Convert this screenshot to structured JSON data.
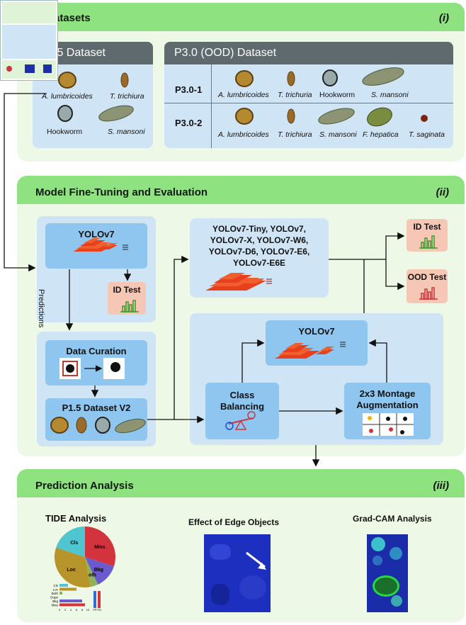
{
  "sections": {
    "datasets": {
      "title": "atasets",
      "tag": "(i)"
    },
    "finetune": {
      "title": "Model Fine-Tuning and Evaluation",
      "tag": "(ii)"
    },
    "analysis": {
      "title": "Prediction Analysis",
      "tag": "(iii)"
    }
  },
  "p15": {
    "title": ".5 Dataset",
    "eggs": [
      "A. lumbricoides",
      "T. trichiura",
      "Hookworm",
      "S. mansoni"
    ]
  },
  "p30": {
    "title": "P3.0 (OOD) Dataset",
    "rows": [
      {
        "label": "P3.0-1",
        "eggs": [
          "A. lumbricoides",
          "T. trichuria",
          "Hookworm",
          "S. mansoni"
        ]
      },
      {
        "label": "P3.0-2",
        "eggs": [
          "A. lumbricoides",
          "T. trichiura",
          "S. mansoni",
          "F. hepatica",
          "T. saginata"
        ]
      }
    ]
  },
  "flow": {
    "yolov7_top": "YOLOv7",
    "predictions": "Predictions",
    "id_test": "ID Test",
    "data_curation": "Data Curation",
    "dataset_v2": "P1.5 Dataset V2",
    "models": [
      "YOLOv7-Tiny, YOLOv7,",
      "YOLOv7-X, YOLOv7-W6,",
      "YOLOv7-D6, YOLOv7-E6,",
      "YOLOv7-E6E"
    ],
    "id_test_right": "ID Test",
    "ood_test": "OOD Test",
    "yolov7_inner": "YOLOv7",
    "class_balancing": [
      "Class",
      "Balancing"
    ],
    "montage": [
      "2x3 Montage",
      "Augmentation"
    ]
  },
  "analysis": {
    "tide_title": "TIDE Analysis",
    "edge_title": "Effect of Edge Objects",
    "gradcam_title": "Grad-CAM Analysis",
    "chart_data": {
      "type": "pie",
      "labels": [
        "Miss",
        "Bkg",
        "Both",
        "Loc",
        "Cls"
      ],
      "values": [
        30,
        13,
        4,
        33,
        20
      ],
      "colors": [
        "#d2333c",
        "#6a5acd",
        "#8db35a",
        "#b8952a",
        "#4fc6cf"
      ]
    },
    "bar_labels": [
      "Cls",
      "Loc",
      "Both",
      "Dupe",
      "Bkg",
      "Miss"
    ],
    "bar_values": [
      3,
      6,
      1,
      0,
      8,
      9
    ],
    "bar_colors": [
      "#4fc6cf",
      "#b8952a",
      "#8db35a",
      "#cccccc",
      "#6a5acd",
      "#d2333c"
    ],
    "bar_axis": [
      "0",
      "2",
      "4",
      "6",
      "8",
      "10"
    ],
    "fpfn_labels": [
      "FP",
      "FN"
    ]
  },
  "colors": {
    "section_bg": "#eef8e6",
    "section_head": "#8ee27f",
    "panel": "#cfe4f5",
    "box": "#8ec6ef",
    "test": "#f6c7b4"
  }
}
